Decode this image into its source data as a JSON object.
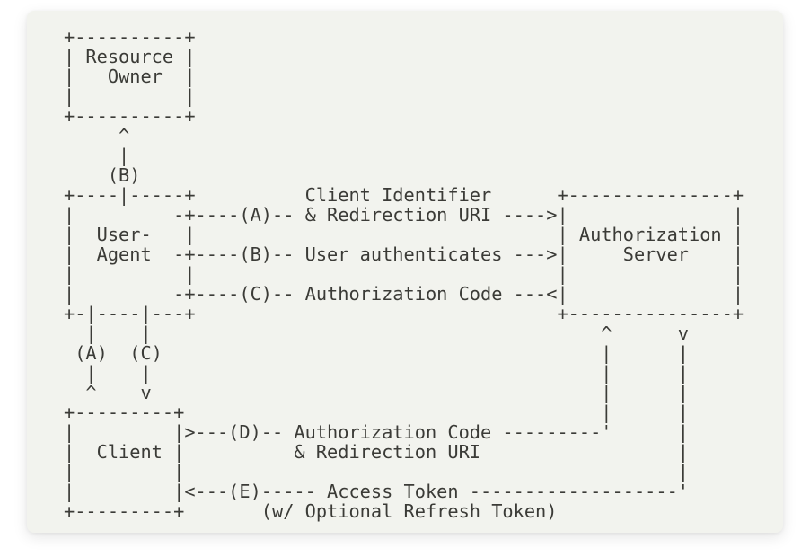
{
  "colors": {
    "page_background": "#ffffff",
    "card_background": "#f2f3ee",
    "text": "#3b3b37"
  },
  "diagram": {
    "entities": {
      "resource_owner": "Resource Owner",
      "user_agent": "User-Agent",
      "client": "Client",
      "authorization_server": "Authorization Server"
    },
    "steps": {
      "A": "Client Identifier & Redirection URI",
      "B": "User authenticates",
      "C": "Authorization Code",
      "D": "Authorization Code & Redirection URI",
      "E": "Access Token (w/ Optional Refresh Token)"
    },
    "lines": [
      "+----------+",
      "| Resource |",
      "|   Owner  |",
      "|          |",
      "+----------+",
      "     ^",
      "     |",
      "    (B)",
      "+----|-----+          Client Identifier      +---------------+",
      "|         -+----(A)-- & Redirection URI ---->|               |",
      "|  User-   |                                 | Authorization |",
      "|  Agent  -+----(B)-- User authenticates --->|     Server    |",
      "|          |                                 |               |",
      "|         -+----(C)-- Authorization Code ---<|               |",
      "+-|----|---+                                 +---------------+",
      "  |    |                                         ^      v",
      " (A)  (C)                                        |      |",
      "  |    |                                         |      |",
      "  ^    v                                         |      |",
      "+---------+                                      |      |",
      "|         |>---(D)-- Authorization Code ---------'      |",
      "|  Client |          & Redirection URI                  |",
      "|         |                                             |",
      "|         |<---(E)----- Access Token -------------------'",
      "+---------+       (w/ Optional Refresh Token)"
    ]
  }
}
